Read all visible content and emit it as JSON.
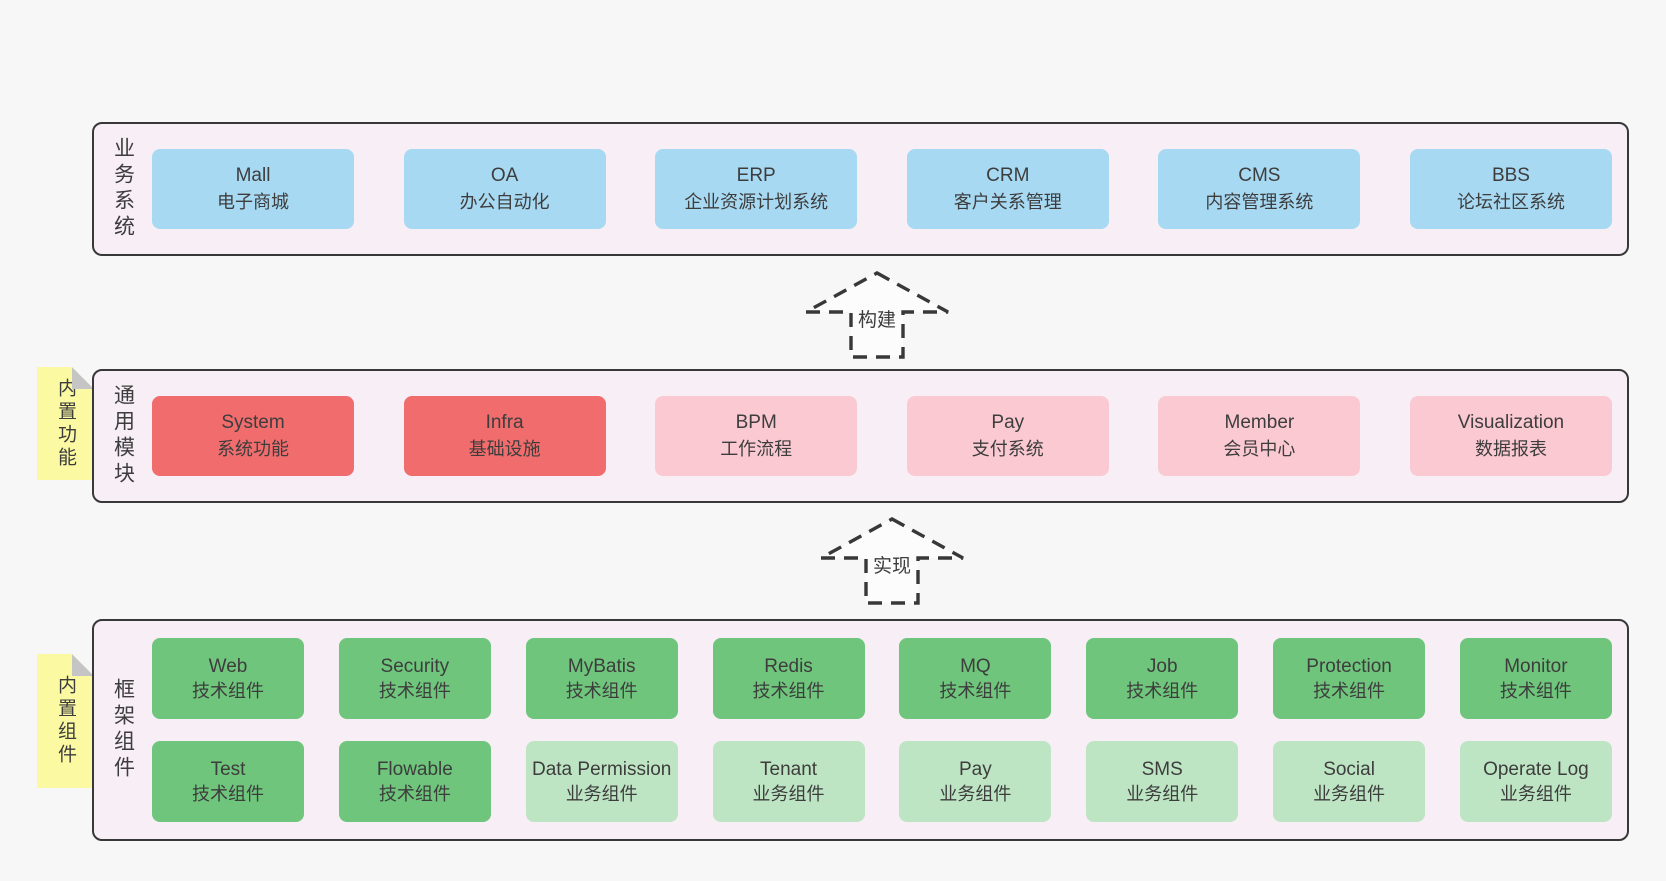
{
  "layers": [
    {
      "title": "业务系统",
      "boxes": [
        {
          "en": "Mall",
          "zh": "电子商城"
        },
        {
          "en": "OA",
          "zh": "办公自动化"
        },
        {
          "en": "ERP",
          "zh": "企业资源计划系统"
        },
        {
          "en": "CRM",
          "zh": "客户关系管理"
        },
        {
          "en": "CMS",
          "zh": "内容管理系统"
        },
        {
          "en": "BBS",
          "zh": "论坛社区系统"
        }
      ]
    },
    {
      "title": "通用模块",
      "sticky": "内置功能",
      "boxes": [
        {
          "en": "System",
          "zh": "系统功能"
        },
        {
          "en": "Infra",
          "zh": "基础设施"
        },
        {
          "en": "BPM",
          "zh": "工作流程"
        },
        {
          "en": "Pay",
          "zh": "支付系统"
        },
        {
          "en": "Member",
          "zh": "会员中心"
        },
        {
          "en": "Visualization",
          "zh": "数据报表"
        }
      ]
    },
    {
      "title": "框架组件",
      "sticky": "内置组件",
      "rows": [
        [
          {
            "en": "Web",
            "zh": "技术组件"
          },
          {
            "en": "Security",
            "zh": "技术组件"
          },
          {
            "en": "MyBatis",
            "zh": "技术组件"
          },
          {
            "en": "Redis",
            "zh": "技术组件"
          },
          {
            "en": "MQ",
            "zh": "技术组件"
          },
          {
            "en": "Job",
            "zh": "技术组件"
          },
          {
            "en": "Protection",
            "zh": "技术组件"
          },
          {
            "en": "Monitor",
            "zh": "技术组件"
          }
        ],
        [
          {
            "en": "Test",
            "zh": "技术组件"
          },
          {
            "en": "Flowable",
            "zh": "技术组件"
          },
          {
            "en": "Data Permission",
            "zh": "业务组件"
          },
          {
            "en": "Tenant",
            "zh": "业务组件"
          },
          {
            "en": "Pay",
            "zh": "业务组件"
          },
          {
            "en": "SMS",
            "zh": "业务组件"
          },
          {
            "en": "Social",
            "zh": "业务组件"
          },
          {
            "en": "Operate Log",
            "zh": "业务组件"
          }
        ]
      ]
    }
  ],
  "arrows": [
    {
      "label": "构建"
    },
    {
      "label": "实现"
    }
  ],
  "colors": {
    "page_bg": "#f7f7f7",
    "layer_bg": "#f8eef6",
    "border": "#383838",
    "blue": "#a8d9f2",
    "red": "#f16c6c",
    "pink": "#fbc9d1",
    "green": "#6ec57b",
    "light_green": "#bee5c3",
    "sticky_yellow": "#fbf9a2",
    "sticky_fold": "#c5c5c5"
  }
}
